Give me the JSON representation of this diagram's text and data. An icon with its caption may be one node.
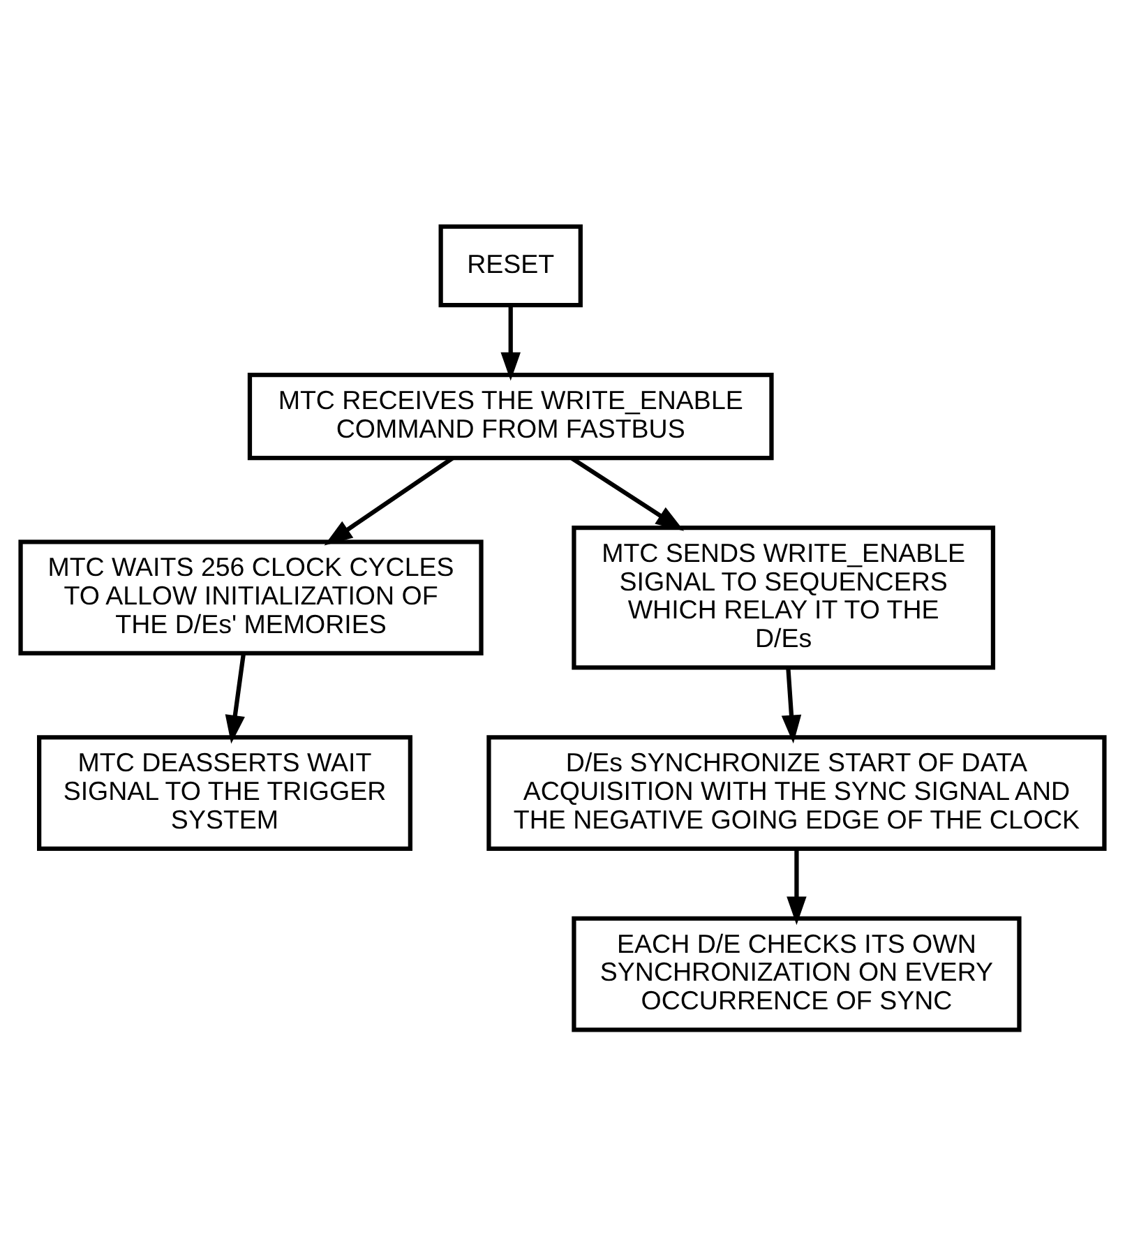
{
  "diagram": {
    "nodes": [
      {
        "text": [
          "RESET"
        ]
      },
      {
        "text": [
          "MTC RECEIVES THE WRITE_ENABLE COMMAND FROM FASTBUS"
        ]
      },
      {
        "text": [
          "MTC WAITS 256 CLOCK CYCLES TO ALLOW INITIALIZATION OF THE D/Es' MEMORIES"
        ]
      },
      {
        "text": [
          "MTC SENDS WRITE_ENABLE SIGNAL TO SEQUENCERS WHICH RELAY IT TO THE D/Es"
        ]
      },
      {
        "text": [
          "MTC DEASSERTS WAIT SIGNAL TO THE TRIGGER SYSTEM"
        ]
      },
      {
        "text": [
          "D/Es SYNCHRONIZE START OF DATA ACQUISITION WITH THE SYNC SIGNAL AND THE NEGATIVE GOING EDGE OF THE CLOCK"
        ]
      },
      {
        "text": [
          "EACH D/E CHECKS ITS OWN SYNCHRONIZATION ON EVERY OCCURRENCE OF SYNC"
        ]
      }
    ],
    "edges": [
      {
        "from": 0,
        "to": 1,
        "arrow": "to"
      },
      {
        "from": 1,
        "to": 2,
        "arrow": "to"
      },
      {
        "from": 1,
        "to": 3,
        "arrow": "to"
      },
      {
        "from": 2,
        "to": 4,
        "arrow": "to"
      },
      {
        "from": 3,
        "to": 5,
        "arrow": "to"
      },
      {
        "from": 5,
        "to": 6,
        "arrow": "to"
      }
    ]
  }
}
